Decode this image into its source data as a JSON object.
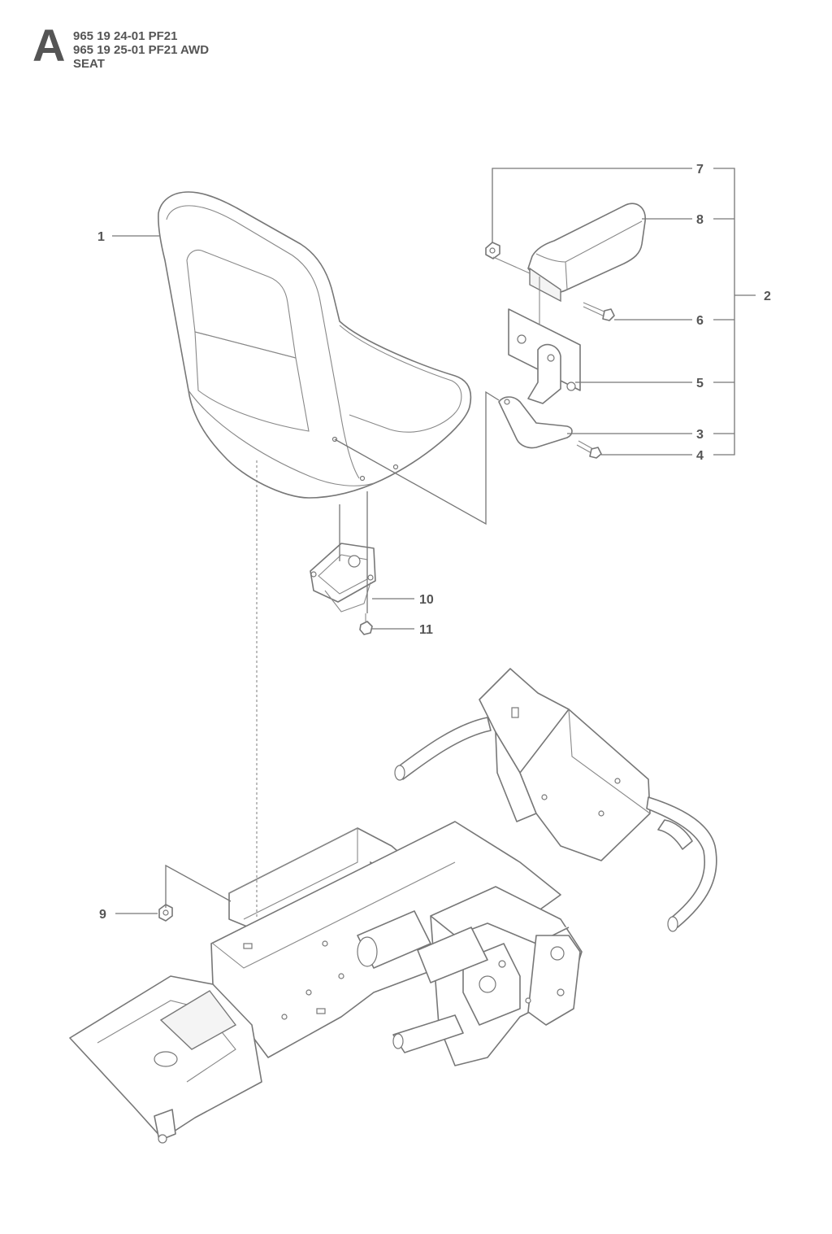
{
  "header": {
    "section_letter": "A",
    "lines": [
      "965 19 24-01 PF21",
      "965 19 25-01 PF21 AWD",
      "SEAT"
    ]
  },
  "callouts": {
    "c1": "1",
    "c2": "2",
    "c3": "3",
    "c4": "4",
    "c5": "5",
    "c6": "6",
    "c7": "7",
    "c8": "8",
    "c9": "9",
    "c10": "10",
    "c11": "11"
  },
  "colors": {
    "line": "#777777",
    "text": "#555555",
    "background": "#ffffff"
  }
}
